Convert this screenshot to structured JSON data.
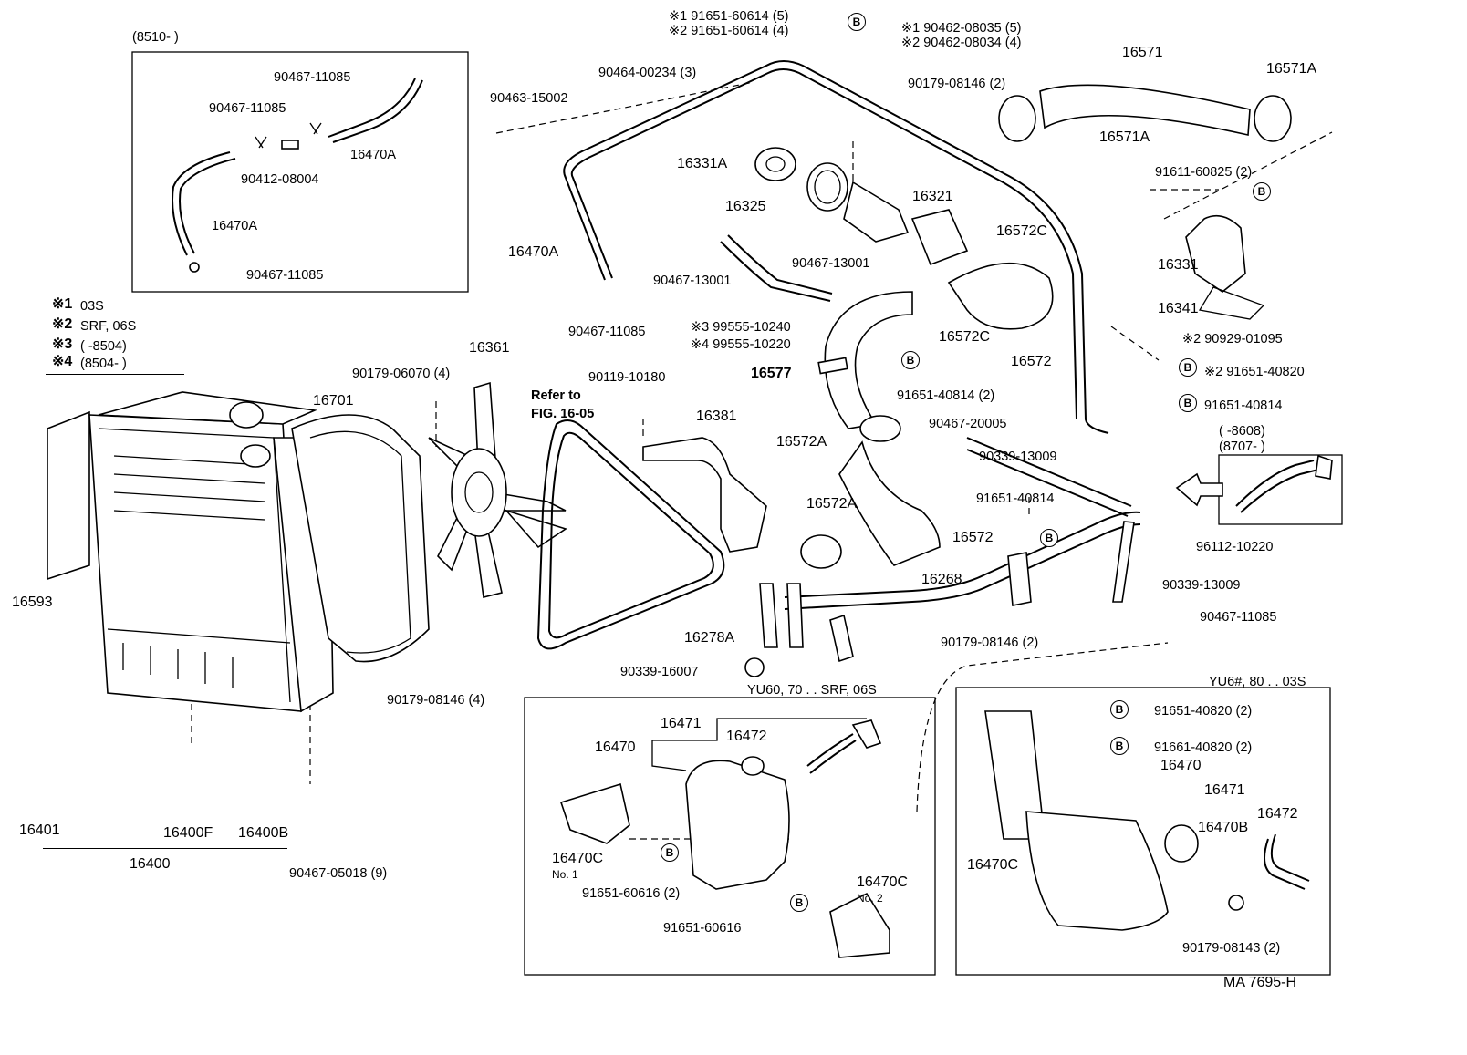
{
  "diagram_code": "MA 7695-H",
  "notes": {
    "n1_mark": "※1",
    "n1_text": "03S",
    "n2_mark": "※2",
    "n2_text": "SRF, 06S",
    "n3_mark": "※3",
    "n3_text": "(       -8504)",
    "n4_mark": "※4",
    "n4_text": "(8504-        )"
  },
  "inset_tl": {
    "date_range": "(8510-          )",
    "p1": "90467-11085",
    "p2": "90467-11085",
    "p3": "16470A",
    "p4": "90412-08004",
    "p5": "16470A",
    "p6": "90467-11085"
  },
  "inset_r": {
    "range1": "(          -8608)",
    "range2": "(8707-          )"
  },
  "box_left": {
    "title": "YU60, 70 . . SRF, 06S",
    "p16471": "16471",
    "p16470": "16470",
    "p16472": "16472",
    "p16470C": "16470C",
    "no1": "No. 1",
    "b1": "91651-60616 (2)",
    "b2": "91651-60616",
    "p16470C2": "16470C",
    "no2": "No. 2"
  },
  "box_right": {
    "title": "YU6#, 80 . . 03S",
    "b1": "91651-40820 (2)",
    "b2": "91661-40820 (2)",
    "p16470": "16470",
    "p16471": "16471",
    "p16472": "16472",
    "p16470B": "16470B",
    "p16470C": "16470C",
    "p90179": "90179-08143 (2)"
  },
  "labels": {
    "top_1a": "※1 91651-60614 (5)",
    "top_1b": "※2 91651-60614 (4)",
    "top_2a": "※1 90462-08035 (5)",
    "top_2b": "※2 90462-08034 (4)",
    "p16571": "16571",
    "p16571A_top": "16571A",
    "p16571A": "16571A",
    "p90464": "90464-00234 (3)",
    "p90463": "90463-15002",
    "p90179_08146_top": "90179-08146 (2)",
    "p16331A": "16331A",
    "p16321": "16321",
    "p16325": "16325",
    "p91611": "91611-60825 (2)",
    "p16572C_top": "16572C",
    "p16470A": "16470A",
    "p90467_13001a": "90467-13001",
    "p90467_13001b": "90467-13001",
    "p16331": "16331",
    "p99555_10240": "※3 99555-10240",
    "p99555_10220": "※4 99555-10220",
    "p90467_11085_mid": "90467-11085",
    "p16572C": "16572C",
    "p16572_top": "16572",
    "p16341": "16341",
    "p90929": "※2  90929-01095",
    "p91651_40820_r": "※2  91651-40820",
    "p16577": "16577",
    "p91651_40814a": "91651-40814 (2)",
    "p91651_40814b": "91651-40814",
    "p16361": "16361",
    "p90179_06070": "90179-06070 (4)",
    "p90119": "90119-10180",
    "refer": "Refer to",
    "refer_fig": "FIG. 16-05",
    "p16701": "16701",
    "p16381": "16381",
    "p90467_20005": "90467-20005",
    "p16572A_a": "16572A",
    "p90339_13009a": "90339-13009",
    "p91651_40814c": "91651-40814",
    "p16572A_b": "16572A",
    "p16572_mid": "16572",
    "p96112": "96112-10220",
    "p16593": "16593",
    "p16268": "16268",
    "p90339_13009b": "90339-13009",
    "p90467_11085_r": "90467-11085",
    "p16278A": "16278A",
    "p90179_08146_mid": "90179-08146 (2)",
    "p90339_16007": "90339-16007",
    "p90179_08146_4": "90179-08146 (4)",
    "p16401": "16401",
    "p16400F": "16400F",
    "p16400B": "16400B",
    "p16400": "16400",
    "p90467_05018": "90467-05018 (9)",
    "b_mark": "B"
  }
}
